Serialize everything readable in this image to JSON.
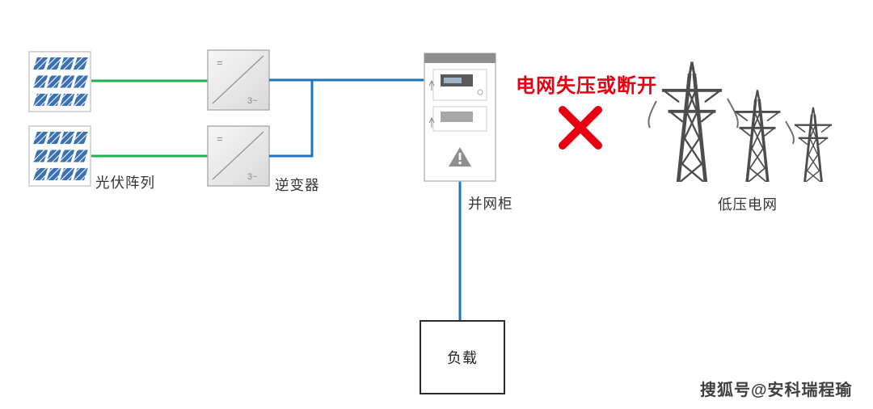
{
  "diagram": {
    "labels": {
      "pv_array": "光伏阵列",
      "inverter": "逆变器",
      "grid_cabinet": "并网柜",
      "load": "负载",
      "lv_grid": "低压电网"
    },
    "annotations": {
      "fault_text": "电网失压或断开"
    },
    "inverter_icon": {
      "dc_symbol": "=",
      "ac_symbol": "3~"
    },
    "watermark": "搜狐号@安科瑞程瑜",
    "colors": {
      "dc_line_green": "#1fae50",
      "ac_line_blue": "#1e73be",
      "fault_red": "#e60012",
      "tower_gray": "#4d4d4d",
      "panel_blue": "#3a70b4"
    }
  }
}
